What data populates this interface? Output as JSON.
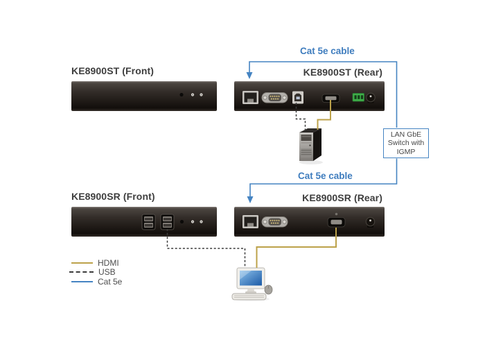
{
  "devices": {
    "st_front": {
      "label": "KE8900ST (Front)"
    },
    "st_rear": {
      "label": "KE8900ST (Rear)"
    },
    "sr_front": {
      "label": "KE8900SR (Front)"
    },
    "sr_rear": {
      "label": "KE8900SR (Rear)"
    }
  },
  "cables": {
    "cat5e_top_label": "Cat 5e cable",
    "cat5e_bottom_label": "Cat 5e cable"
  },
  "switch_box": {
    "line1": "LAN GbE",
    "line2": "Switch with",
    "line3": "IGMP"
  },
  "legend": {
    "items": [
      {
        "label": "HDMI",
        "style": "solid",
        "color": "#BCA24A"
      },
      {
        "label": "USB",
        "style": "dashed",
        "color": "#3B3B3B"
      },
      {
        "label": "Cat 5e",
        "style": "solid",
        "color": "#4584C2"
      }
    ]
  },
  "colors": {
    "cat5e_blue": "#4584C2",
    "cat5e_text_blue": "#3F7DBE",
    "hdmi_yellow": "#BCA24A",
    "usb_dash": "#3B3B3B",
    "label_text": "#3E3E3E",
    "device_body_dark": "#211C18",
    "terminal_block_green": "#3FAE49"
  },
  "icons": {
    "rj45-port-icon": "svg-shape",
    "db9-serial-port-icon": "svg-shape",
    "usb-b-port-icon": "svg-shape",
    "hdmi-port-icon": "svg-shape",
    "terminal-block-icon": "svg-shape",
    "dc-power-jack-icon": "svg-shape",
    "usb-a-dual-port-icon": "svg-shape",
    "led-indicator-icon": "svg-shape",
    "mini-pc-icon": "svg-shape",
    "workstation-computer-icon": "svg-shape"
  }
}
